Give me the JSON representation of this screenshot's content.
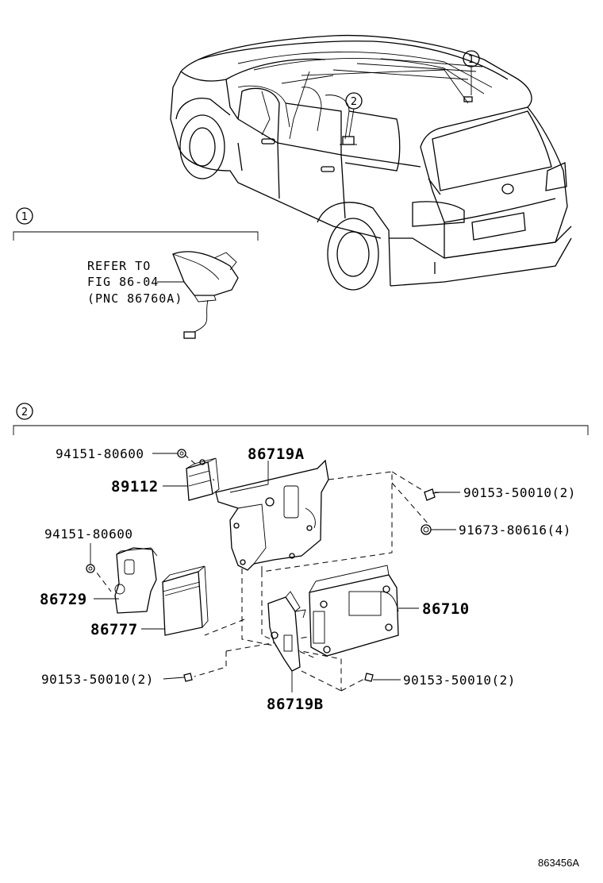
{
  "callouts": {
    "one": "1",
    "two": "2"
  },
  "section1": {
    "refer_line1": "REFER TO",
    "refer_line2": "FIG 86-04",
    "refer_line3": "(PNC 86760A)"
  },
  "section2": {
    "labels": {
      "p94151_top": "94151-80600",
      "p86719A": "86719A",
      "p89112": "89112",
      "p90153_right_top": "90153-50010(2)",
      "p91673": "91673-80616(4)",
      "p94151_mid": "94151-80600",
      "p86729": "86729",
      "p86710": "86710",
      "p86777": "86777",
      "p90153_left": "90153-50010(2)",
      "p90153_right_bottom": "90153-50010(2)",
      "p86719B": "86719B"
    }
  },
  "figure_code": "863456A"
}
